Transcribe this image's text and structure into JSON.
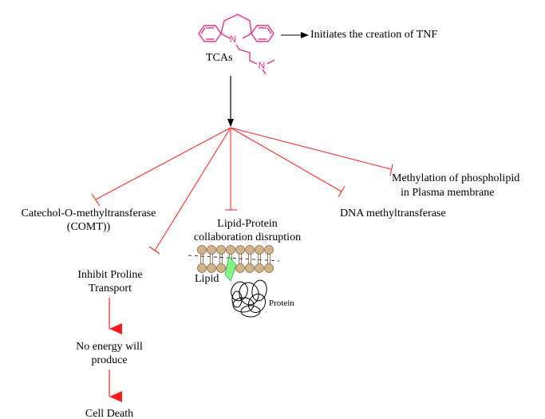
{
  "drug": {
    "label": "TCAs",
    "atom_N1": "N",
    "atom_N2": "N",
    "color": "#e8308a",
    "effect_label": "Initiates the creation of TNF"
  },
  "targets": {
    "comt_line1": "Catechol-O-methyltransferase",
    "comt_line2": "(COMT))",
    "proline_line1": "Inhibit Proline",
    "proline_line2": "Transport",
    "lipid_line1": "Lipid-Protein",
    "lipid_line2": "collaboration disruption",
    "dna": "DNA methyltransferase",
    "methyl_line1": "Methylation of phospholipid",
    "methyl_line2": "in Plasma membrane"
  },
  "membrane": {
    "lipid_label": "Lipid",
    "protein_label": "Protein",
    "lipid_color": "#d2b48c",
    "protein_helix_color": "#7cfc7c"
  },
  "cascade": {
    "step1": "No energy will",
    "step1b": "produce",
    "step2": "Cell Death"
  },
  "colors": {
    "inhibition": "#ff2a2a",
    "activation": "#000000",
    "cascade_arrow": "#ff3333"
  }
}
